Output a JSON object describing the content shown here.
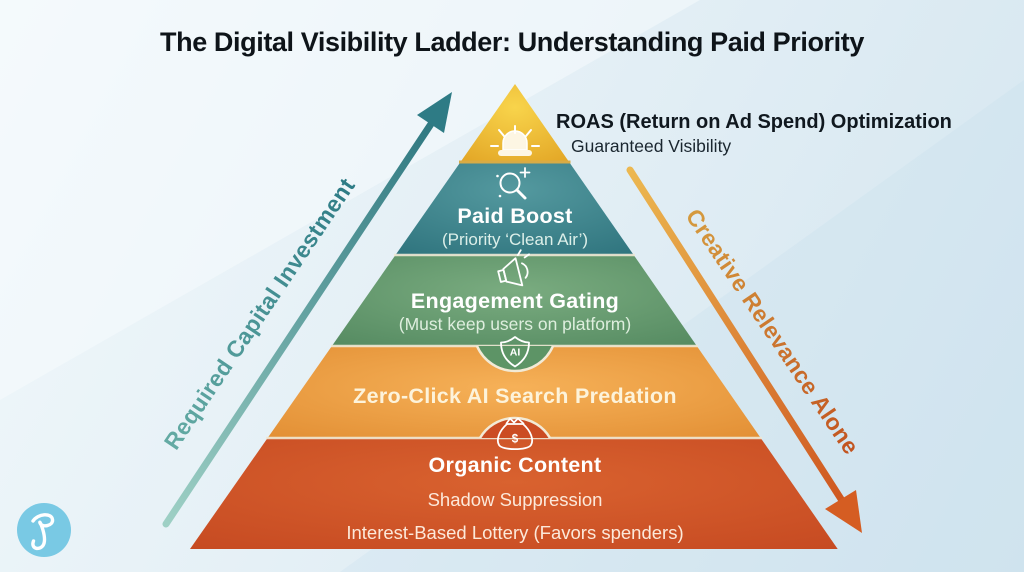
{
  "title": "The Digital Visibility Ladder: Understanding Paid Priority",
  "pyramid": {
    "tiers": [
      {
        "id": "roas-optimization",
        "icon": "siren-icon",
        "label": "ROAS (Return on Ad Spend) Optimization",
        "sublabel": "Guaranteed Visibility",
        "color": "#e9ad2c"
      },
      {
        "id": "paid-boost",
        "icon": "magnifier-icon",
        "label": "Paid Boost",
        "sublabel": "(Priority ‘Clean Air’)",
        "color": "#3a838c"
      },
      {
        "id": "engagement-gating",
        "icon": "megaphone-icon",
        "label": "Engagement Gating",
        "sublabel": "(Must keep users on platform)",
        "color": "#5f9a68"
      },
      {
        "id": "zero-click-ai-search-predation",
        "icon": "ai-shield-icon",
        "badge": "AI",
        "label": "Zero-Click AI Search Predation",
        "color": "#ea9a3e"
      },
      {
        "id": "organic-content",
        "icon": "money-bag-icon",
        "badge": "$",
        "label": "Organic Content",
        "line2": "Shadow Suppression",
        "line3": "Interest-Based Lottery (Favors spenders)",
        "color": "#cc4e24"
      }
    ]
  },
  "axes": {
    "left": {
      "label": "Required Capital Investment",
      "color": "#35808a",
      "direction": "up"
    },
    "right": {
      "label": "Creative Relevance Alone",
      "color": "#cf6428",
      "direction": "down"
    }
  },
  "logo": {
    "color": "#79c9e4"
  }
}
